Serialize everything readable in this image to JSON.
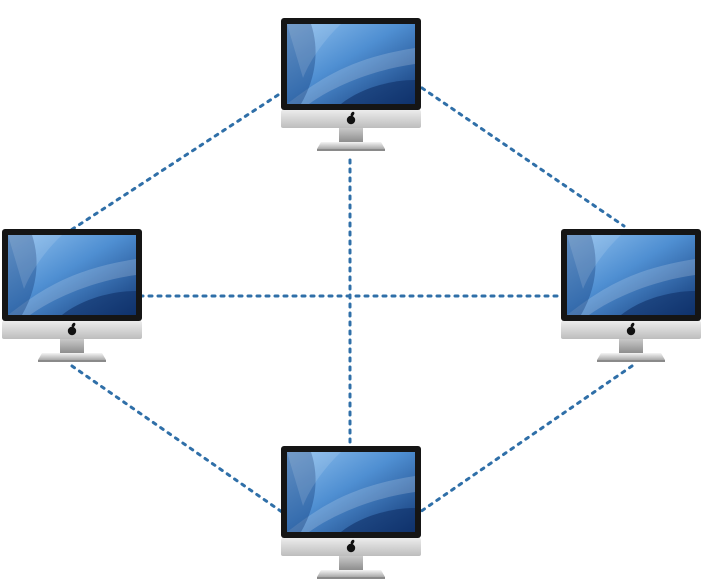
{
  "diagram": {
    "type": "network-topology",
    "nodes": [
      {
        "id": "top",
        "kind": "desktop-computer",
        "icon": "imac-icon",
        "logo": "apple-logo-icon"
      },
      {
        "id": "left",
        "kind": "desktop-computer",
        "icon": "imac-icon",
        "logo": "apple-logo-icon"
      },
      {
        "id": "right",
        "kind": "desktop-computer",
        "icon": "imac-icon",
        "logo": "apple-logo-icon"
      },
      {
        "id": "bottom",
        "kind": "desktop-computer",
        "icon": "imac-icon",
        "logo": "apple-logo-icon"
      }
    ],
    "links": [
      {
        "from": "top",
        "to": "left"
      },
      {
        "from": "top",
        "to": "right"
      },
      {
        "from": "top",
        "to": "bottom"
      },
      {
        "from": "left",
        "to": "right"
      },
      {
        "from": "left",
        "to": "bottom"
      },
      {
        "from": "right",
        "to": "bottom"
      }
    ],
    "link_style": "dotted",
    "colors": {
      "link": "#2f6fa8",
      "bezel": "#161616",
      "screen_dark": "#143d7a",
      "screen_light": "#6ea9e3",
      "chin": "#d6d6d6",
      "logo": "#111111"
    }
  }
}
